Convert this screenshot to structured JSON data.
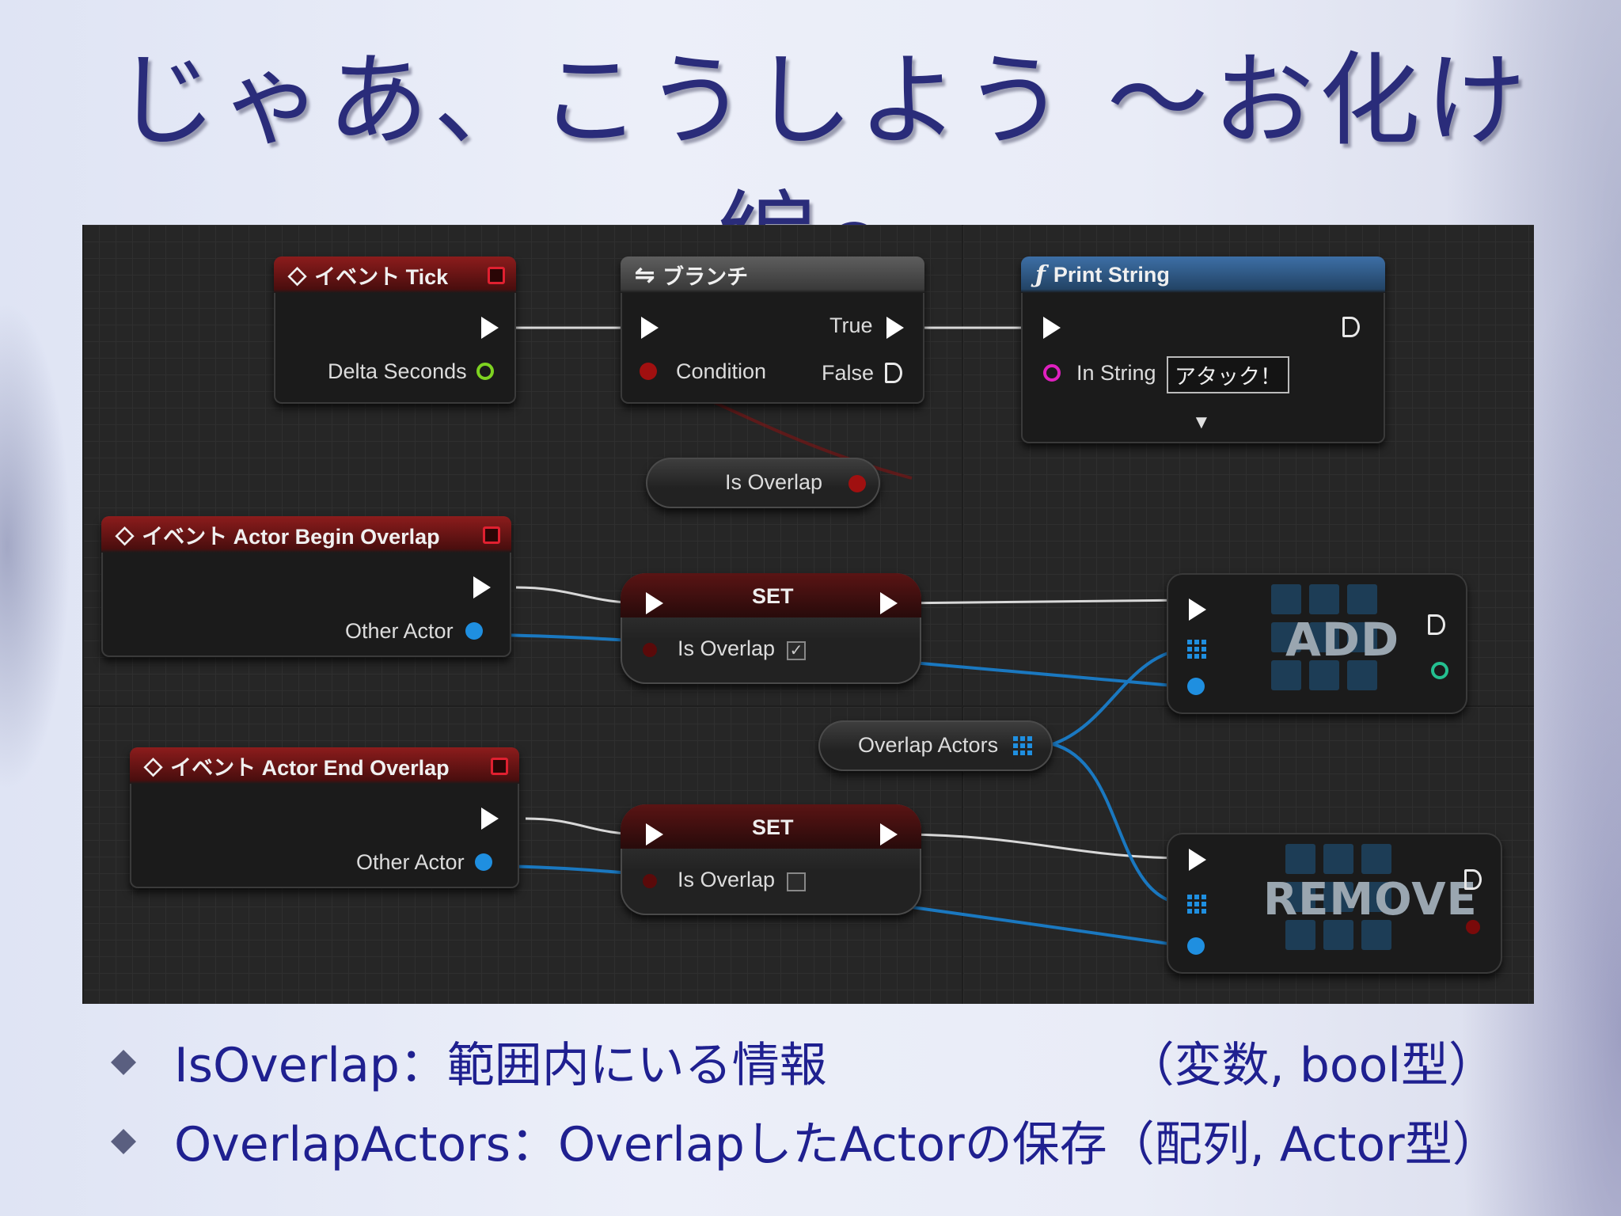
{
  "slide": {
    "title": "じゃあ、こうしよう ～お化け編～"
  },
  "graph": {
    "event_tick": {
      "title": "イベント Tick",
      "pin_delta": "Delta Seconds"
    },
    "branch": {
      "title": "ブランチ",
      "pin_condition": "Condition",
      "pin_true": "True",
      "pin_false": "False"
    },
    "print_string": {
      "title": "Print String",
      "pin_in_string": "In String",
      "in_string_value": "アタック！"
    },
    "get_is_overlap": {
      "label": "Is Overlap"
    },
    "begin_overlap": {
      "title": "イベント Actor Begin Overlap",
      "pin_other": "Other Actor"
    },
    "set_begin": {
      "title": "SET",
      "pin_label": "Is Overlap",
      "checked": true
    },
    "add_node": {
      "label": "ADD"
    },
    "get_overlap_actors": {
      "label": "Overlap Actors"
    },
    "end_overlap": {
      "title": "イベント Actor End Overlap",
      "pin_other": "Other Actor"
    },
    "set_end": {
      "title": "SET",
      "pin_label": "Is Overlap",
      "checked": false
    },
    "remove_node": {
      "label": "REMOVE"
    },
    "colors": {
      "event_header": "#8c1c1c",
      "function_header": "#3d6fa6",
      "bool_pin": "#a01010",
      "object_pin": "#1f8fe0",
      "float_pin": "#7ed321",
      "string_pin": "#e020c0",
      "exec_pin": "#ffffff"
    }
  },
  "bullets": [
    {
      "left": "IsOverlap：範囲内にいる情報",
      "right": "（変数, bool型）"
    },
    {
      "left": "OverlapActors：OverlapしたActorの保存（配列, Actor型）",
      "right": ""
    }
  ]
}
